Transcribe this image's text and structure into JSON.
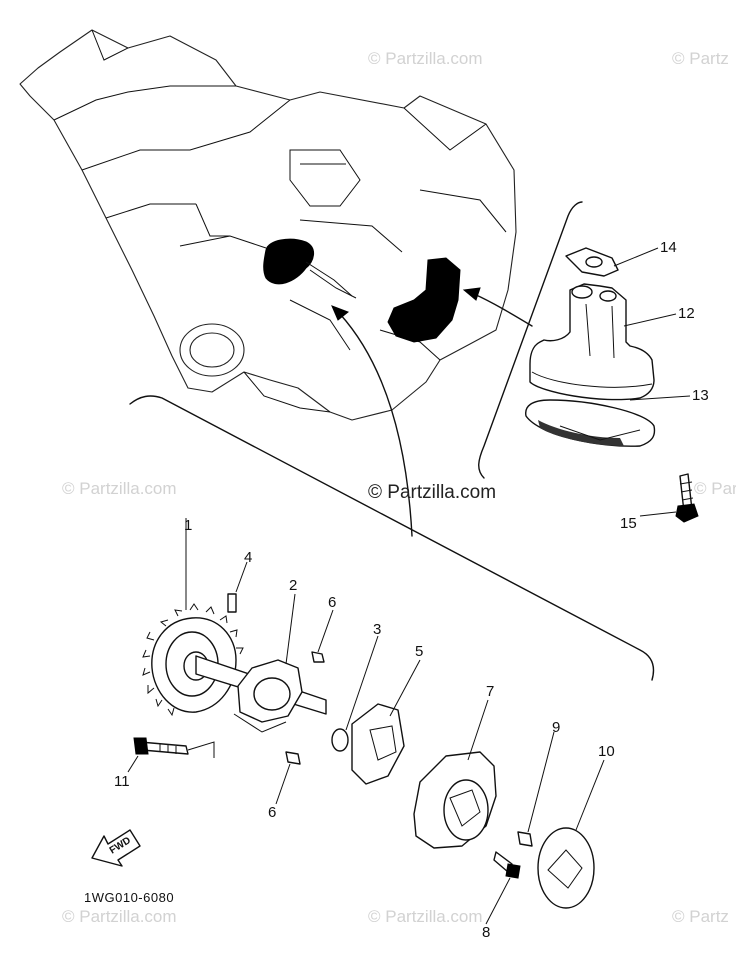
{
  "watermarks": {
    "text": "© Partzilla.com",
    "center": "© Partzilla.com",
    "edge_top": "© Partz",
    "edge_mid": "© Par",
    "edge_bottom": "© Partz"
  },
  "diagram": {
    "code": "1WG010-6080",
    "fwd_label": "FWD"
  },
  "callouts": [
    "1",
    "2",
    "3",
    "4",
    "5",
    "6",
    "6",
    "7",
    "8",
    "9",
    "10",
    "11",
    "12",
    "13",
    "14",
    "15"
  ],
  "colors": {
    "ink": "#111111",
    "watermark": "#d2d2d2"
  }
}
